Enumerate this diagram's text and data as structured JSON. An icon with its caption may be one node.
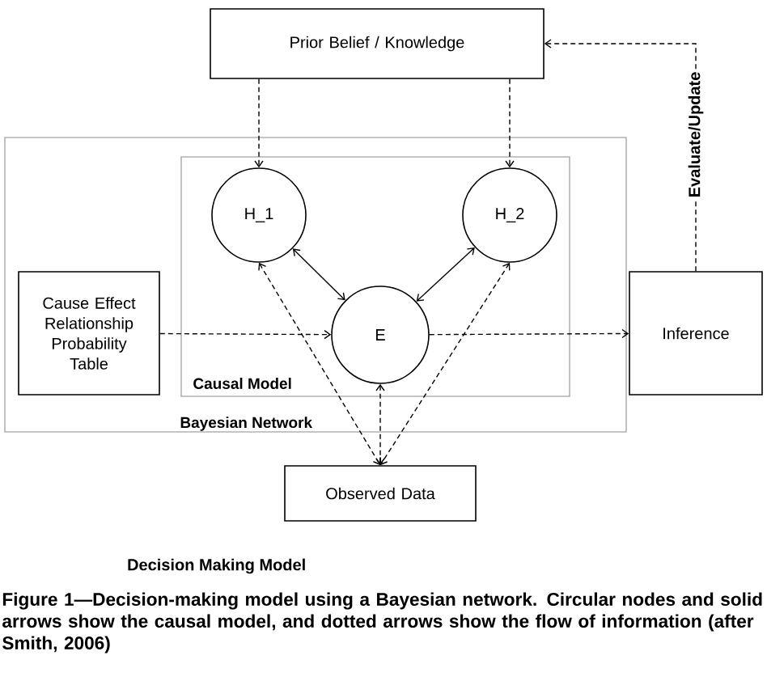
{
  "diagram": {
    "caption": "Figure 1—Decision-making model using a Bayesian network. Circular nodes and solid arrows show the causal model, and dotted arrows show the flow of information (after Smith, 2006)",
    "nodes": [
      {
        "text": [
          "Prior Belief / Knowledge"
        ]
      },
      {
        "text": [
          "Bayesian Network"
        ]
      },
      {
        "text": [
          "Causal Model"
        ],
        "in": 1
      },
      {
        "text": [
          "H_1"
        ],
        "in": 2
      },
      {
        "text": [
          "H_2"
        ],
        "in": 2
      },
      {
        "text": [
          "E"
        ],
        "in": 2
      },
      {
        "text": [
          "Cause Effect Relationship Probability Table"
        ],
        "in": 1
      },
      {
        "text": [
          "Inference"
        ]
      },
      {
        "text": [
          "Observed Data"
        ]
      }
    ],
    "edges": [
      {
        "from": 0,
        "to": 3,
        "arrow": "to",
        "style": "dashed"
      },
      {
        "from": 0,
        "to": 4,
        "arrow": "to",
        "style": "dashed"
      },
      {
        "from": 3,
        "to": 5,
        "arrow": "both"
      },
      {
        "from": 4,
        "to": 5,
        "arrow": "both"
      },
      {
        "from": 6,
        "to": 5,
        "arrow": "to",
        "style": "dashed"
      },
      {
        "from": 5,
        "to": 7,
        "arrow": "to",
        "style": "dashed"
      },
      {
        "from": 7,
        "to": 0,
        "arrow": "to",
        "style": "dashed",
        "label": "Evaluate/Update"
      },
      {
        "from": 3,
        "to": 8,
        "arrow": "both",
        "style": "dashed"
      },
      {
        "from": 5,
        "to": 8,
        "arrow": "both",
        "style": "dashed"
      },
      {
        "from": 4,
        "to": 8,
        "arrow": "both",
        "style": "dashed"
      }
    ],
    "title": "Decision Making Model"
  }
}
